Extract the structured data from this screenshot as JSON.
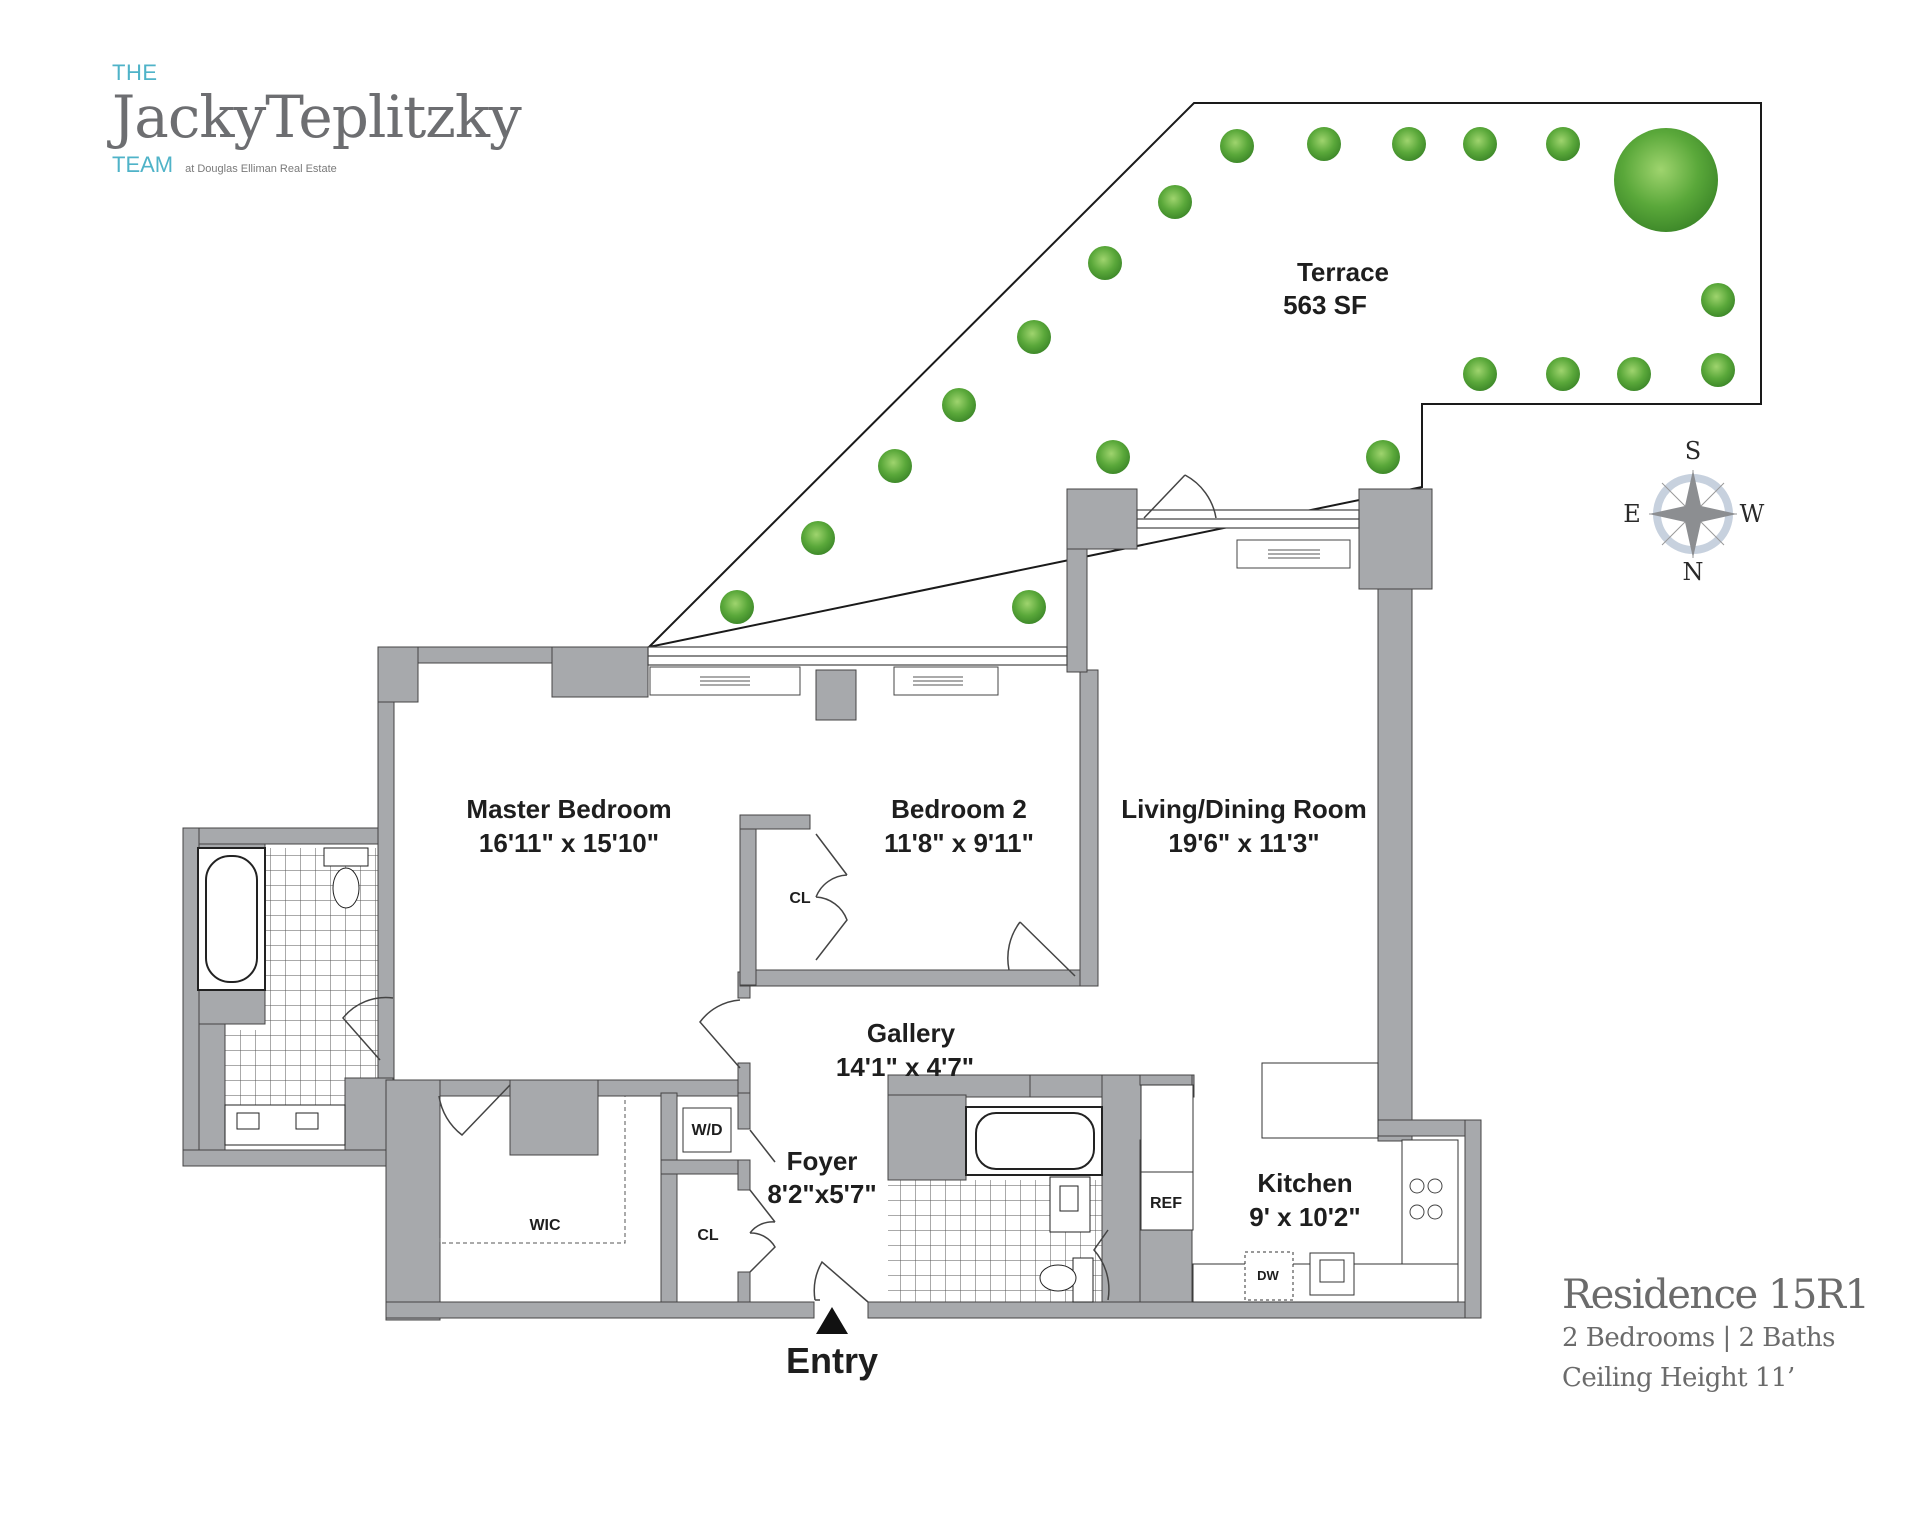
{
  "brand": {
    "prefix": "THE",
    "name": "JackyTeplitzky",
    "suffix": "TEAM",
    "affiliation": "at Douglas Elliman Real Estate",
    "accent_color": "#4fb3c8",
    "name_color": "#6d6e71"
  },
  "residence": {
    "title": "Residence 15R1",
    "summary": "2 Bedrooms | 2 Baths",
    "ceiling": "Ceiling Height 11’"
  },
  "colors": {
    "wall": "#a7a9ac",
    "outline": "#333333",
    "tree": "#5aa83a"
  },
  "compass": {
    "top": "S",
    "bottom": "N",
    "left": "E",
    "right": "W"
  },
  "rooms": {
    "terrace": {
      "name": "Terrace",
      "size": "563 SF"
    },
    "master_bedroom": {
      "name": "Master Bedroom",
      "size": "16'11\" x 15'10\""
    },
    "bedroom2": {
      "name": "Bedroom 2",
      "size": "11'8\" x 9'11\""
    },
    "living": {
      "name": "Living/Dining Room",
      "size": "19'6\" x 11'3\""
    },
    "gallery": {
      "name": "Gallery",
      "size": "14'1\" x 4'7\""
    },
    "foyer": {
      "name": "Foyer",
      "size": "8'2\"x5'7\""
    },
    "kitchen": {
      "name": "Kitchen",
      "size": "9' x 10'2\""
    }
  },
  "fixtures": {
    "bedroom2_closet": "CL",
    "foyer_closet": "CL",
    "walk_in_closet": "WIC",
    "washer_dryer": "W/D",
    "refrigerator": "REF",
    "dishwasher": "DW"
  },
  "entry": {
    "label": "Entry"
  }
}
